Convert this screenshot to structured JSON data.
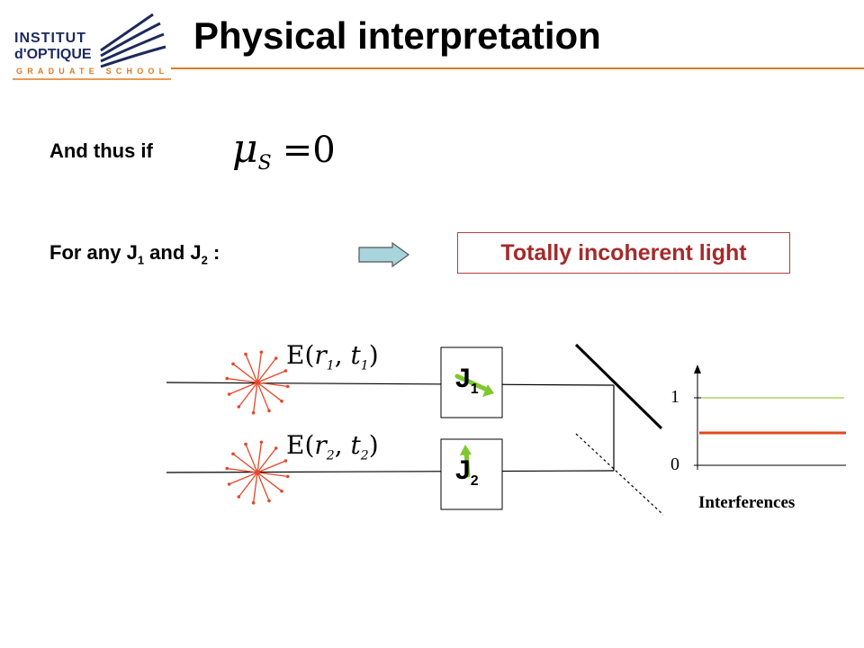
{
  "logo": {
    "line1": "INSTITUT",
    "line2": "d'OPTIQUE",
    "line3": "GRADUATE SCHOOL"
  },
  "title": "Physical interpretation",
  "statement": {
    "and_thus_if": "And thus if",
    "mu": "μ",
    "mu_sub": "S",
    "equals": "=0"
  },
  "condition": {
    "for_any": "For any J",
    "sub1": "1",
    "and": " and J",
    "sub2": "2",
    "colon": " :"
  },
  "conclusion": "Totally incoherent light",
  "diagram": {
    "field1": {
      "E": "E",
      "r": "r",
      "r_sub": "1",
      "t": "t",
      "t_sub": "1"
    },
    "field2": {
      "E": "E",
      "r": "r",
      "r_sub": "2",
      "t": "t",
      "t_sub": "2"
    },
    "j1": {
      "letter": "J",
      "sub": "1"
    },
    "j2": {
      "letter": "J",
      "sub": "2"
    },
    "tick_one": "1",
    "tick_zero": "0",
    "interferences_label": "Interferences"
  },
  "colors": {
    "accent": "#e07a1f",
    "conclusion_text": "#a52a2a",
    "arrow_fill": "#a8d4dc",
    "polarization_arrow": "#7dc82a",
    "source_star": "#e8462a",
    "level_line": "#e04a1e",
    "reference_line": "#9ccc3c"
  }
}
